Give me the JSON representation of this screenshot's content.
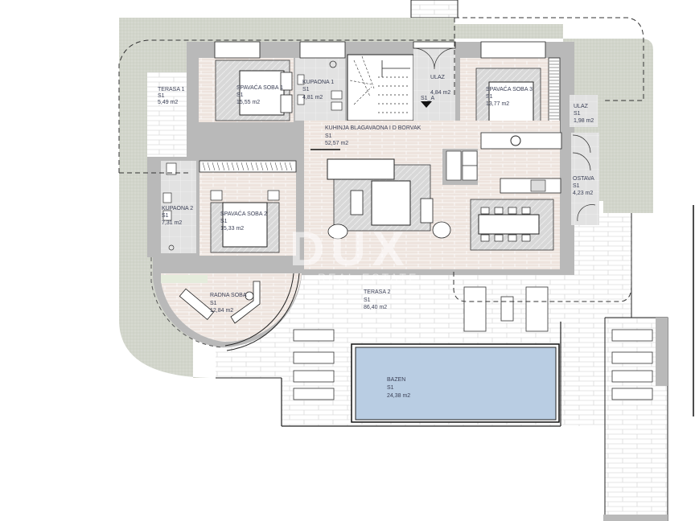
{
  "plan": {
    "watermark": {
      "brand": "DUX",
      "tagline": "REAL ESTATE"
    },
    "section_marker": {
      "label": "S1_A"
    },
    "colors": {
      "garden": "#d9dcd3",
      "wall": "#b9b9b9",
      "wood_floor": "#eee4de",
      "tile_floor": "#e0e0e0",
      "terrace": "#ffffff",
      "pool": "#b9cde3",
      "rug": "#d6d6d6",
      "label": "#3a3f55"
    },
    "rooms": [
      {
        "id": "terasa-1",
        "name": "TERASA 1",
        "level": "S1",
        "area": "5,49 m2"
      },
      {
        "id": "spavaca-soba-1",
        "name": "SPAVAĆA SOBA 1",
        "level": "S1",
        "area": "15,55 m2"
      },
      {
        "id": "kupaona-1",
        "name": "KUPAONA 1",
        "level": "S1",
        "area": "4,81 m2"
      },
      {
        "id": "ulaz-main",
        "name": "ULAZ",
        "level": "",
        "area": "4,84 m2"
      },
      {
        "id": "spavaca-soba-3",
        "name": "SPAVAĆA SOBA 3",
        "level": "S1",
        "area": "13,77 m2"
      },
      {
        "id": "ulaz-side",
        "name": "ULAZ",
        "level": "S1",
        "area": "1,98 m2"
      },
      {
        "id": "kuhinja",
        "name": "KUHINJA BLAGAVAONA I D BORVAK",
        "level": "S1",
        "area": "52,57 m2"
      },
      {
        "id": "ostava",
        "name": "OSTAVA",
        "level": "S1",
        "area": "4,23 m2"
      },
      {
        "id": "kupaona-2",
        "name": "KUPAONA 2",
        "level": "S1",
        "area": "7,31 m2"
      },
      {
        "id": "spavaca-soba-2",
        "name": "SPAVAĆA SOBA 2",
        "level": "S1",
        "area": "15,33 m2"
      },
      {
        "id": "radna-soba",
        "name": "RADNA SOBA",
        "level": "S1",
        "area": "12,84 m2"
      },
      {
        "id": "terasa-2",
        "name": "TERASA 2",
        "level": "S1",
        "area": "86,40 m2"
      },
      {
        "id": "bazen",
        "name": "BAZEN",
        "level": "S1",
        "area": "24,38 m2"
      }
    ]
  }
}
